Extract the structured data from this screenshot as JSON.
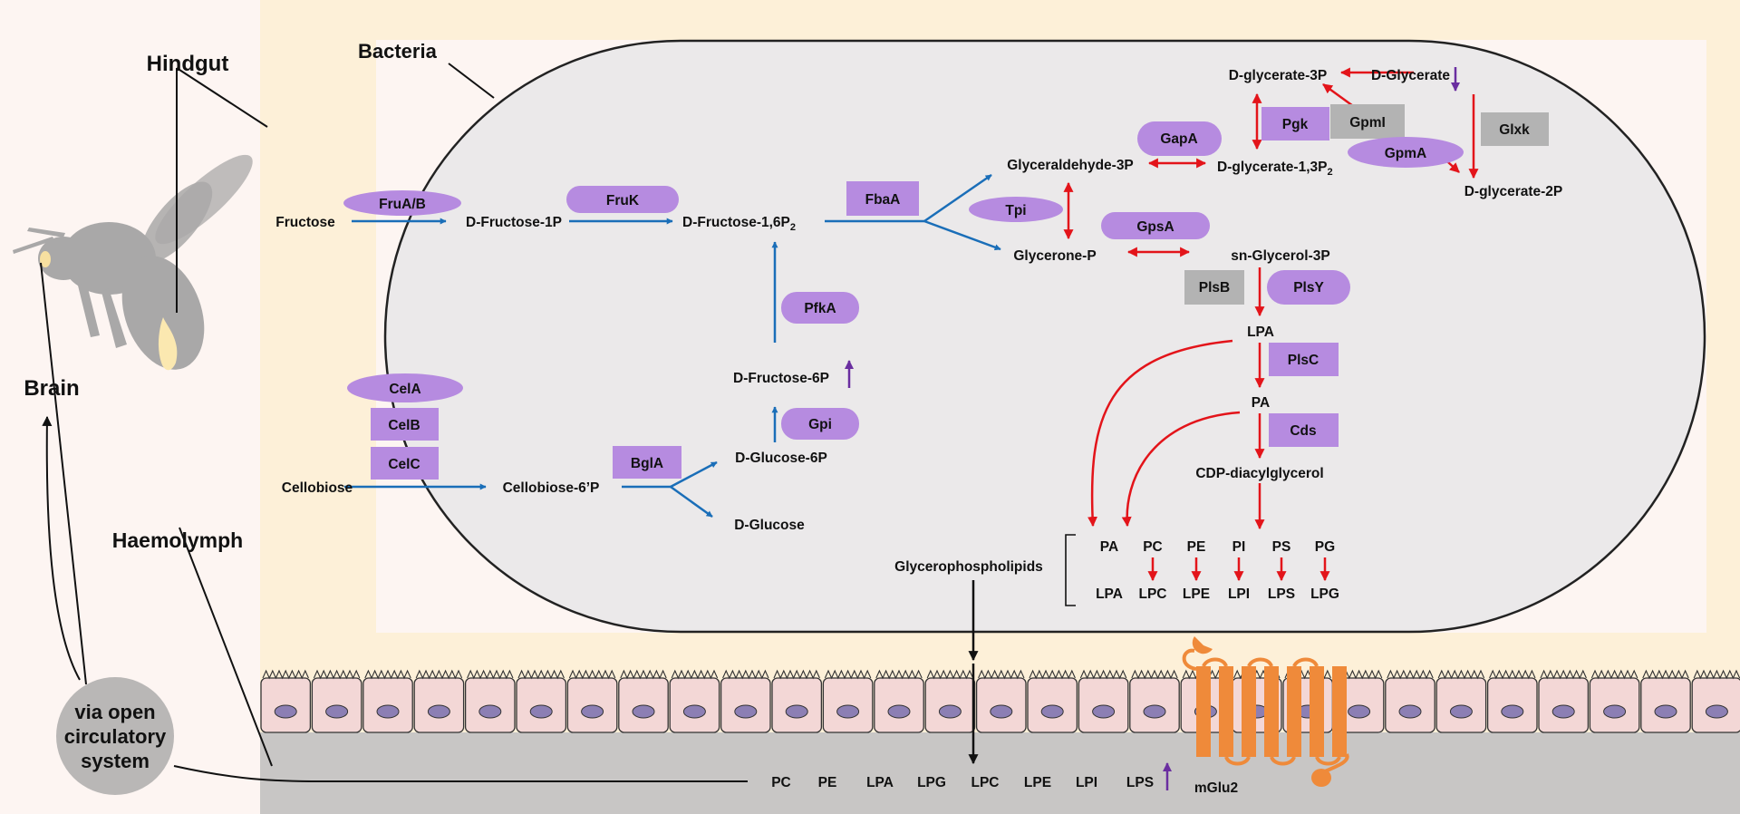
{
  "labels": {
    "hindgut": "Hindgut",
    "bacteria": "Bacteria",
    "brain": "Brain",
    "haemolymph": "Haemolymph",
    "circ_line1": "via open",
    "circ_line2": "circulatory",
    "circ_line3": "system",
    "mglu2": "mGlu2",
    "glycerophospholipids": "Glycerophospholipids"
  },
  "metabolites": {
    "fructose": "Fructose",
    "d_fructose_1p": "D-Fructose-1P",
    "d_fructose_16p2": "D-Fructose-1,6P",
    "sub2": "2",
    "d_fructose_6p": "D-Fructose-6P",
    "d_glucose_6p": "D-Glucose-6P",
    "d_glucose": "D-Glucose",
    "cellobiose": "Cellobiose",
    "cellobiose_6p": "Cellobiose-6’P",
    "glyceraldehyde_3p": "Glyceraldehyde-3P",
    "glycerone_p": "Glycerone-P",
    "d_glycerate_13p2": "D-glycerate-1,3P",
    "d_glycerate_3p": "D-glycerate-3P",
    "d_glycerate": "D-Glycerate",
    "d_glycerate_2p": "D-glycerate-2P",
    "sn_glycerol_3p": "sn-Glycerol-3P",
    "lpa": "LPA",
    "pa": "PA",
    "cdp_diacylglycerol": "CDP-diacylglycerol"
  },
  "enzymes": {
    "frua_b": "FruA/B",
    "fruk": "FruK",
    "fbaa": "FbaA",
    "pfka": "PfkA",
    "gpi": "Gpi",
    "bgla": "BglA",
    "cela": "CelA",
    "celb": "CelB",
    "celc": "CelC",
    "tpi": "Tpi",
    "gapa": "GapA",
    "gpsa": "GpsA",
    "pgk": "Pgk",
    "gpmi": "GpmI",
    "gpma": "GpmA",
    "glxk": "Glxk",
    "plsb": "PlsB",
    "plsy": "PlsY",
    "plsc": "PlsC",
    "cds": "Cds"
  },
  "lipids_top": [
    "PA",
    "PC",
    "PE",
    "PI",
    "PS",
    "PG"
  ],
  "lipids_bottom": [
    "LPA",
    "LPC",
    "LPE",
    "LPI",
    "LPS",
    "LPG"
  ],
  "haemolymph_lipids": [
    "PC",
    "PE",
    "LPA",
    "LPG",
    "LPC",
    "LPE",
    "LPI",
    "LPS"
  ],
  "colors": {
    "background_cream": "#fdf0d8",
    "panel_white": "#fdf5f2",
    "bacteria_fill": "#ebe9ea",
    "enzyme_purple": "#b68be0",
    "enzyme_grey": "#b3b3b3",
    "glycolysis_blue": "#1a6eb8",
    "lipid_red": "#e3141a",
    "increase_purple": "#6a2ea0",
    "epithelium_cell": "#f3d7d6",
    "nucleus": "#8c7fb4",
    "receptor_orange": "#ef8a3a",
    "haemolymph_grey": "#c8c6c5",
    "bee_grey": "#a9a8a8"
  }
}
